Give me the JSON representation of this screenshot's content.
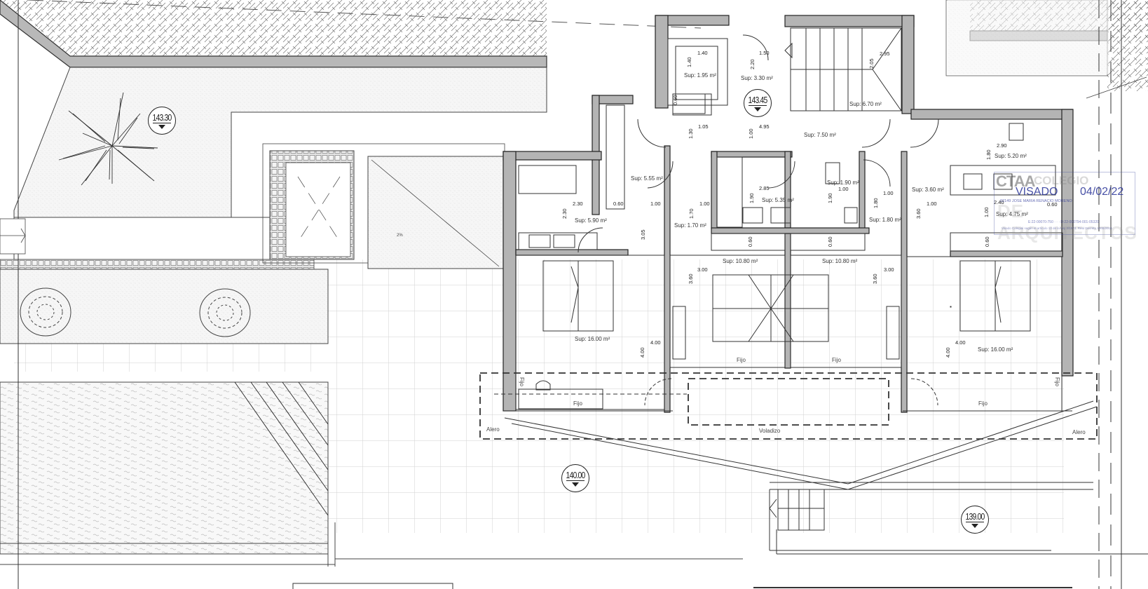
{
  "drawing": {
    "type": "architectural floor plan",
    "language": "es"
  },
  "levels": [
    {
      "id": "level-143-30",
      "value": "143.30"
    },
    {
      "id": "level-143-45",
      "value": "143.45"
    },
    {
      "id": "level-140-00",
      "value": "140.00"
    },
    {
      "id": "level-139-00",
      "value": "139.00"
    }
  ],
  "rooms": [
    {
      "id": "elevator",
      "area": "Sup: 1.95 m²",
      "dims": {
        "w": "1.40",
        "h": "1.40"
      }
    },
    {
      "id": "entry-hall",
      "area": "Sup: 3.30 m²",
      "dims": {
        "w": "1.50",
        "h": "2.20"
      }
    },
    {
      "id": "stair",
      "area": "Sup: 6.70 m²",
      "dims": {
        "w": "2.95",
        "h": "2.05"
      }
    },
    {
      "id": "landing",
      "area": "Sup: 7.50 m²",
      "dims": {
        "w": "4.95",
        "h": "1.00"
      }
    },
    {
      "id": "hall-left",
      "area": "",
      "dims": {
        "w": "1.05",
        "h": "1.30"
      }
    },
    {
      "id": "closet-left",
      "area": "Sup: 5.55 m²",
      "dims": {
        "w": "0.60",
        "h": ""
      }
    },
    {
      "id": "bath-left",
      "area": "Sup: 5.90 m²",
      "dims": {
        "w": "2.30",
        "h": "2.30"
      }
    },
    {
      "id": "corridor-left",
      "area": "",
      "dims": {
        "w": "1.00",
        "h": "3.05"
      }
    },
    {
      "id": "corridor-mid",
      "area": "Sup: 1.70 m²",
      "dims": {
        "w": "1.00",
        "h": "1.70"
      }
    },
    {
      "id": "bath-center",
      "area": "Sup: 5.35 m²",
      "dims": {
        "w": "2.85",
        "h": "1.90"
      }
    },
    {
      "id": "wc-center",
      "area": "Sup: 1.90 m²",
      "dims": {
        "w": "1.00",
        "h": "1.90"
      }
    },
    {
      "id": "corridor-right",
      "area": "Sup: 1.80 m²",
      "dims": {
        "w": "1.00",
        "h": "1.80"
      }
    },
    {
      "id": "hall-right",
      "area": "Sup: 3.60 m²",
      "dims": {
        "w": "1.00",
        "h": "3.60"
      }
    },
    {
      "id": "bath-right",
      "area": "Sup: 5.20 m²",
      "dims": {
        "w": "2.90",
        "h": "1.80"
      }
    },
    {
      "id": "dressing-right",
      "area": "Sup: 4.75 m²",
      "dims": {
        "w": "2.40",
        "h": "1.00"
      }
    },
    {
      "id": "bedroom-left",
      "area": "Sup: 16.00 m²",
      "dims": {
        "w": "4.00",
        "h": "4.00"
      }
    },
    {
      "id": "bedroom-center-left",
      "area": "Sup: 10.80 m²",
      "dims": {
        "w": "3.00",
        "h": "3.60"
      }
    },
    {
      "id": "bedroom-center-right",
      "area": "Sup: 10.80 m²",
      "dims": {
        "w": "3.00",
        "h": "3.60"
      }
    },
    {
      "id": "bedroom-right",
      "area": "Sup: 16.00 m²",
      "dims": {
        "w": "4.00",
        "h": "4.00"
      }
    }
  ],
  "closet_depths": [
    "0.60",
    "0.60",
    "0.60",
    "0.60",
    "0.60"
  ],
  "notes": {
    "fijo": "Fijo",
    "alero": "Alero",
    "voladizo": "Voladizo",
    "slope": "2%"
  },
  "stamp": {
    "logo": "CTAA",
    "college": "COLEGIO",
    "ghost": "DE ARQUITECTOS",
    "visado": "VISADO",
    "date": "04/02/22",
    "architect_line": "02149 JOSE MARIA RENACIO MORENO",
    "ref_line": "E:22-00070-750   ·   ·   ·   D:22-000794-001-05320",
    "legal_line": "Visado Colegial según el artículo 13 de la Ley 2/1974, Real Decreto 1000/2010"
  },
  "colors": {
    "line": "#222222",
    "wall_fill": "#b4b4b4",
    "hatch": "#8a8a8a",
    "grid": "#cfcfcf",
    "stamp_blue": "#2832a0"
  }
}
